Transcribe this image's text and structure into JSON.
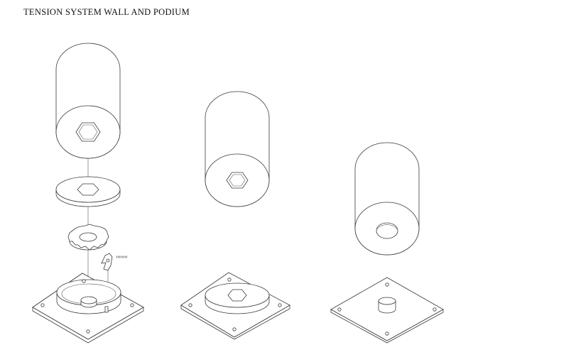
{
  "caption": "TENSION SYSTEM WALL AND PODIUM",
  "assemblies": [
    {
      "id": "exploded-tension-assembly"
    },
    {
      "id": "hex-socket-assembly"
    },
    {
      "id": "round-bore-assembly"
    }
  ]
}
